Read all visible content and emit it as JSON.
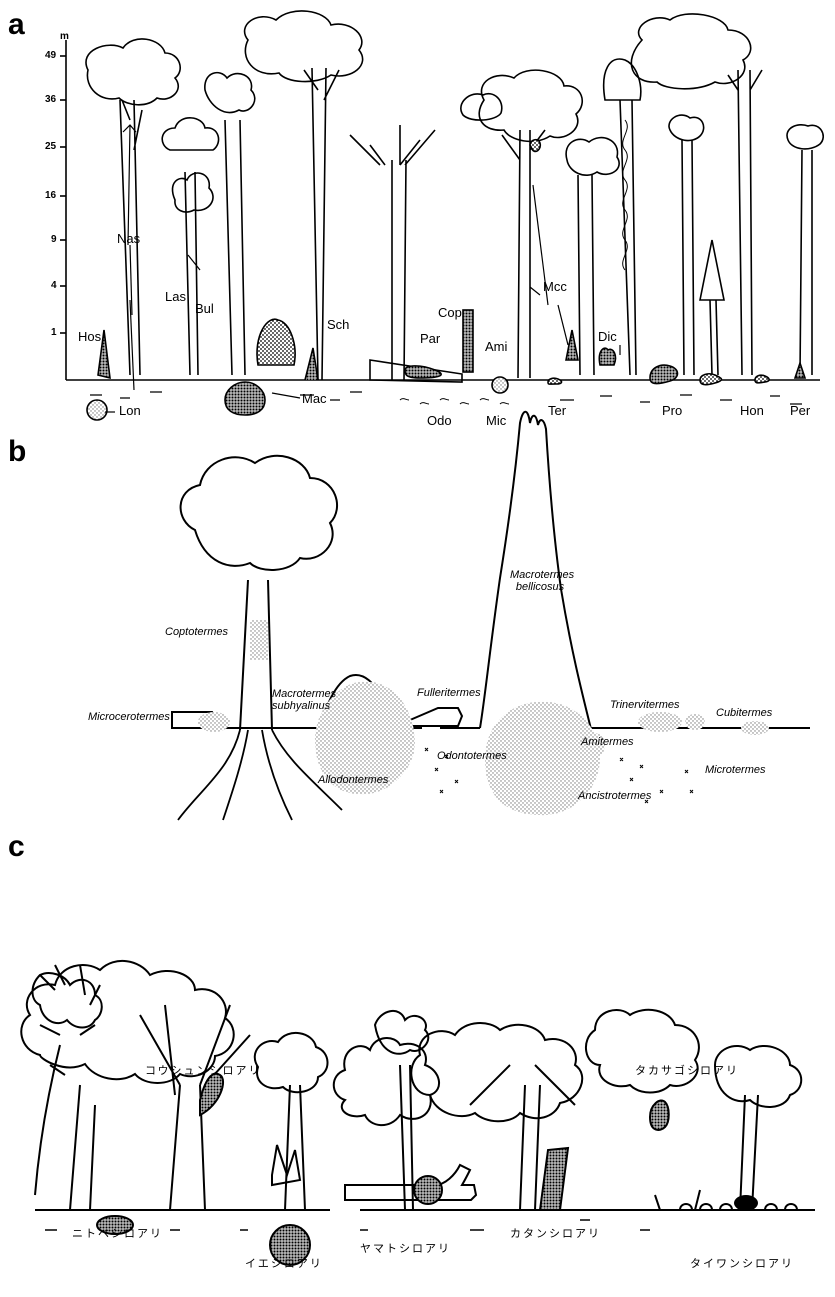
{
  "panels": {
    "a": {
      "letter": "a",
      "axis": {
        "unit": "m",
        "ticks": [
          "49",
          "36",
          "25",
          "16",
          "9",
          "4",
          "1"
        ]
      },
      "labels": {
        "hos": "Hos",
        "nas": "Nas",
        "las": "Las",
        "bul": "Bul",
        "lon": "Lon",
        "mac": "Mac",
        "sch": "Sch",
        "par": "Par",
        "cop": "Cop",
        "ami": "Ami",
        "mcc": "Mcc",
        "ter": "Ter",
        "odo": "Odo",
        "mic": "Mic",
        "dic": "Dic",
        "pro": "Pro",
        "hon": "Hon",
        "per": "Per"
      }
    },
    "b": {
      "letter": "b",
      "labels": {
        "coptotermes": "Coptotermes",
        "macrotermes_bellicosus": "Macrotermes bellicosus",
        "macrotermes_subhyalinus": "Macrotermes subhyalinus",
        "fulleritermes": "Fulleritermes",
        "microcerotermes": "Microcerotermes",
        "trinervitermes": "Trinervitermes",
        "cubitermes": "Cubitermes",
        "odontotermes": "Odontotermes",
        "allodontermes": "Allodontermes",
        "amitermes": "Amitermes",
        "microtermes": "Microtermes",
        "ancistrotermes": "Ancistrotermes"
      }
    },
    "c": {
      "letter": "c",
      "labels": {
        "koushun": "コウシュンシロアリ",
        "takasago": "タカサゴシロアリ",
        "nitobe": "ニトベシロアリ",
        "ieshiro": "イエシロアリ",
        "yamato": "ヤマトシロアリ",
        "katan": "カタンシロアリ",
        "taiwan": "タイワンシロアリ"
      }
    }
  }
}
